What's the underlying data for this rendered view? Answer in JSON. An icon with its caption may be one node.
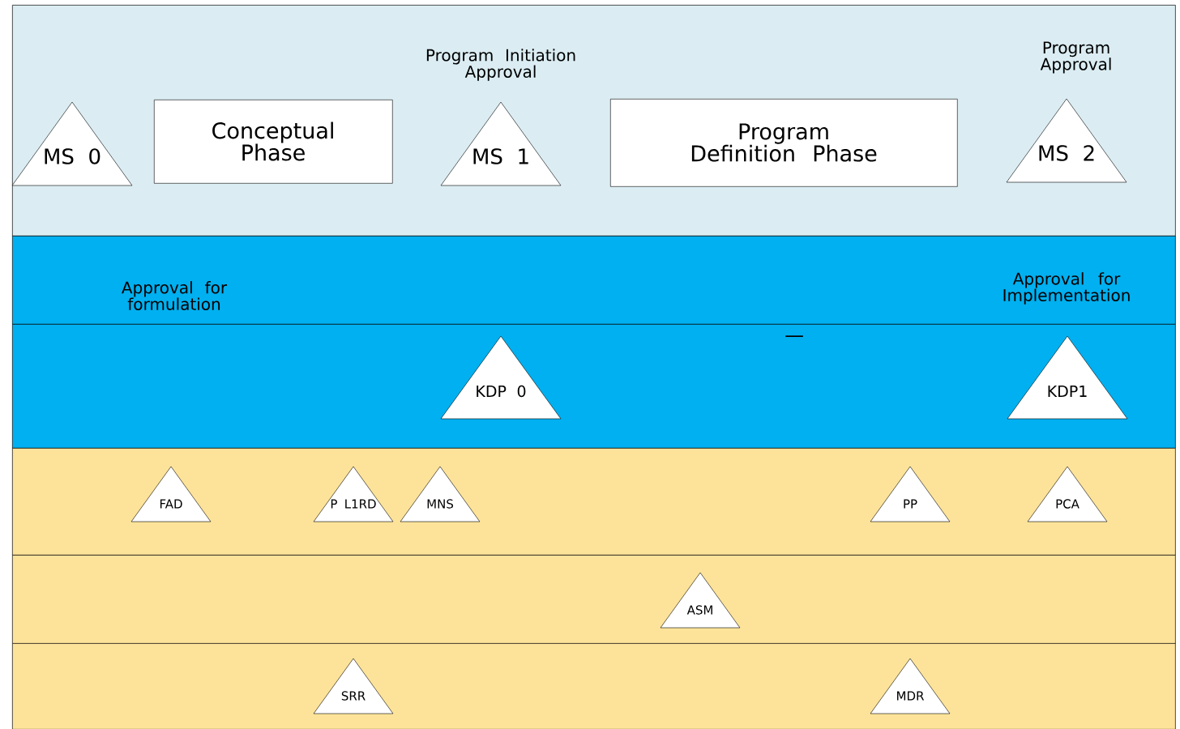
{
  "diagram": {
    "nodes": [
      {
        "text": [],
        "shape": "band"
      },
      {
        "text": [
          "MS 0"
        ],
        "in": 0
      },
      {
        "text": [
          "Conceptual Phase"
        ],
        "in": 0
      },
      {
        "text": [
          "MS 1"
        ],
        "in": 0,
        "beside": [
          "Program Initiation Approval"
        ]
      },
      {
        "text": [
          "Program Definition Phase"
        ],
        "in": 0
      },
      {
        "text": [
          "MS 2"
        ],
        "in": 0,
        "beside": [
          "Program Approval"
        ]
      },
      {
        "text": [
          "Approval for formulation",
          "Approval for Implementation"
        ]
      },
      {
        "text": [],
        "shape": "band"
      },
      {
        "text": [
          "KDP 0"
        ],
        "in": 7
      },
      {
        "text": [
          "KDP1"
        ],
        "in": 7
      },
      {
        "text": [],
        "shape": "band"
      },
      {
        "text": [
          "FAD"
        ],
        "in": 10
      },
      {
        "text": [
          "P L1RD"
        ],
        "in": 10
      },
      {
        "text": [
          "MNS"
        ],
        "in": 10
      },
      {
        "text": [
          "PP"
        ],
        "in": 10
      },
      {
        "text": [
          "PCA"
        ],
        "in": 10
      },
      {
        "text": [],
        "shape": "band"
      },
      {
        "text": [
          "ASM"
        ],
        "in": 16
      },
      {
        "text": [],
        "shape": "band"
      },
      {
        "text": [
          "SRR"
        ],
        "in": 18
      },
      {
        "text": [
          "MDR"
        ],
        "in": 18
      }
    ],
    "labels": [
      "—"
    ]
  }
}
